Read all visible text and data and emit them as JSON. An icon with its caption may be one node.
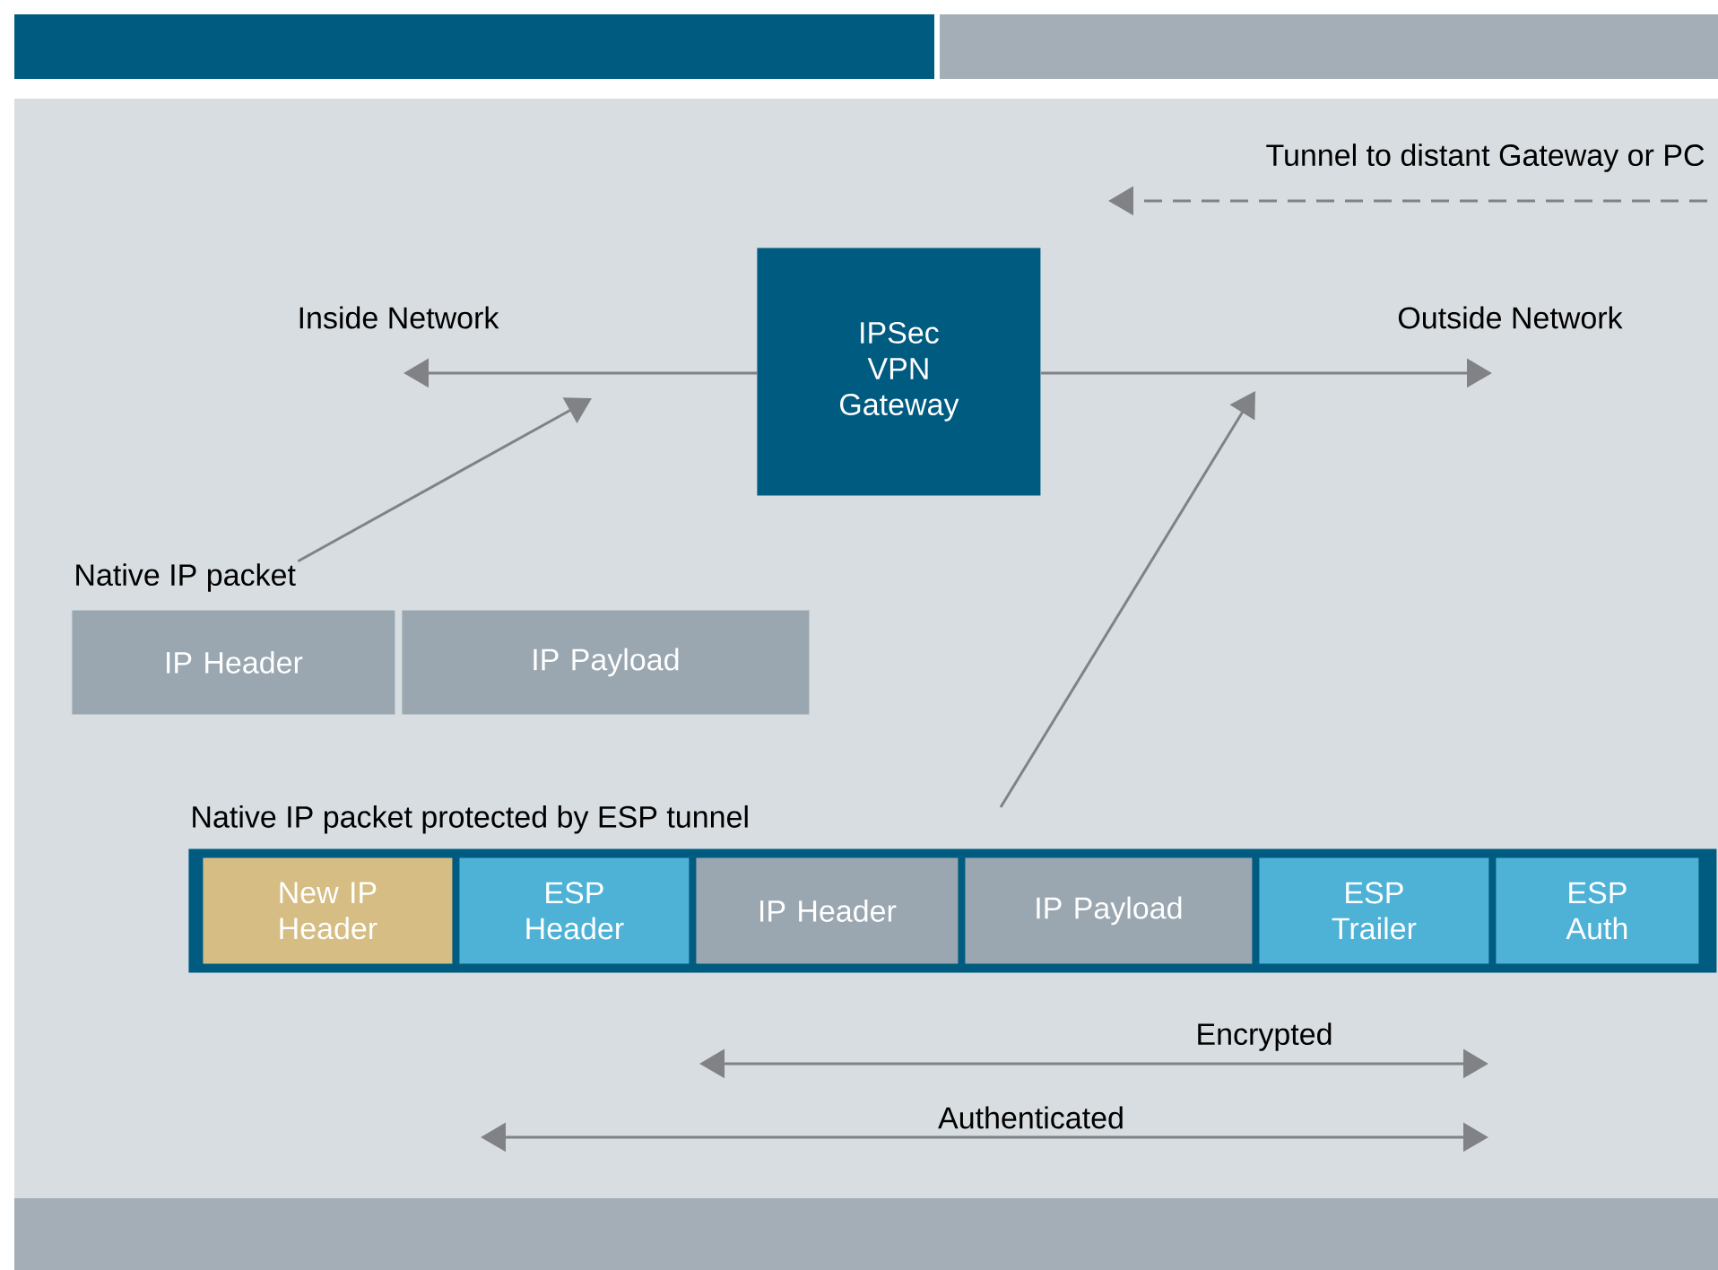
{
  "diagram": {
    "nodes": [
      {
        "text": [
          "IPSec VPN Gateway"
        ]
      },
      {
        "text": [
          "Native IP packet"
        ]
      },
      {
        "text": [
          "IP Header"
        ]
      },
      {
        "text": [
          "IP Payload"
        ]
      },
      {
        "text": [
          "Native IP packet protected by ESP tunnel"
        ]
      },
      {
        "text": [
          "New IP Header"
        ],
        "in": 4
      },
      {
        "text": [
          "ESP Header"
        ],
        "in": 4
      },
      {
        "text": [
          "IP Header"
        ],
        "in": 4
      },
      {
        "text": [
          "IP Payload"
        ],
        "in": 4
      },
      {
        "text": [
          "ESP Trailer"
        ],
        "in": 4
      },
      {
        "text": [
          "ESP Auth"
        ],
        "in": 4
      }
    ],
    "edges": [
      {
        "from": 0,
        "to": null,
        "arrow": "to",
        "label": "Inside Network"
      },
      {
        "from": 0,
        "to": null,
        "arrow": "to",
        "label": "Outside Network"
      },
      {
        "from": 1,
        "to": null,
        "arrow": "to"
      },
      {
        "from": 4,
        "to": null,
        "arrow": "to"
      }
    ],
    "labels": [
      "Tunnel to distant Gateway or PC",
      "Encrypted",
      "Authenticated"
    ]
  }
}
